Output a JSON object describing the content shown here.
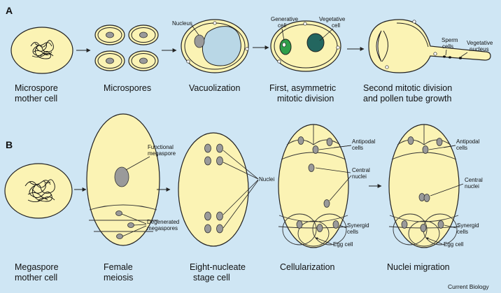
{
  "panels": {
    "a": {
      "letter": "A",
      "captions": {
        "s1": [
          "Microspore",
          "mother cell"
        ],
        "s2": [
          "Microspores"
        ],
        "s3": [
          "Vacuolization"
        ],
        "s4": [
          "First, asymmetric",
          "mitotic division"
        ],
        "s5": [
          "Second mitotic division",
          "and pollen tube growth"
        ]
      },
      "labels": {
        "nucleus": "Nucleus",
        "generative": [
          "Generative",
          "cell"
        ],
        "vegetative": [
          "Vegetative",
          "cell"
        ],
        "sperm": [
          "Sperm",
          "cells"
        ],
        "vegetative_nucleus": [
          "Vegetative",
          "nucleus"
        ]
      }
    },
    "b": {
      "letter": "B",
      "captions": {
        "s1": [
          "Megaspore",
          "mother cell"
        ],
        "s2": [
          "Female",
          "meiosis"
        ],
        "s3": [
          "Eight-nucleate",
          "stage cell"
        ],
        "s4": [
          "Cellularization"
        ],
        "s5": [
          "Nuclei migration"
        ]
      },
      "labels": {
        "functional": [
          "Functional",
          "megaspore"
        ],
        "degenerated": [
          "Degenerated",
          "megaspores"
        ],
        "nuclei": "Nuclei",
        "antipodal": [
          "Antipodal",
          "cells"
        ],
        "central": [
          "Central",
          "nuclei"
        ],
        "synergid": [
          "Synergid",
          "cells"
        ],
        "egg": "Egg cell"
      }
    }
  },
  "footer": {
    "credit": "Current Biology"
  },
  "colors": {
    "background": "#cfe6f4",
    "cytoplasm": "#fbf3b4",
    "nucleus": "#9a9a9a",
    "vacuole": "#b9d7e6",
    "generative_cell": "#2e9e4a",
    "vegetative_nucleus": "#23665f"
  }
}
